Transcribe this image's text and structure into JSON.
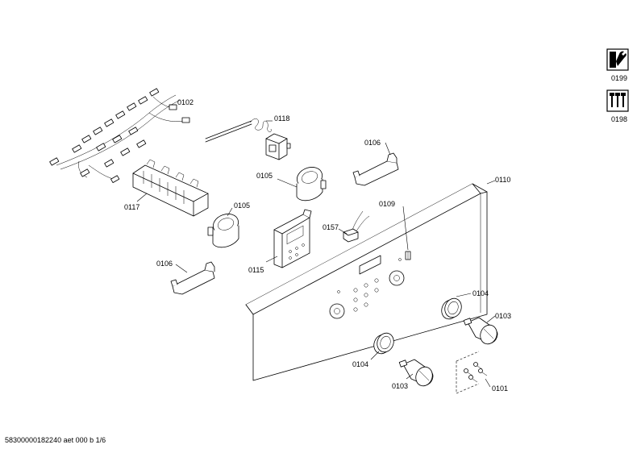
{
  "footer": {
    "document_id": "58300000182240 aet 000 b 1/6"
  },
  "side_tools": [
    {
      "label": "0199",
      "icon": "wrench-tool-icon"
    },
    {
      "label": "0198",
      "icon": "screws-tool-icon"
    }
  ],
  "parts": {
    "p0102": "0102",
    "p0118": "0118",
    "p0106a": "0106",
    "p0105a": "0105",
    "p0105b": "0105",
    "p0117": "0117",
    "p0110": "0110",
    "p0109": "0109",
    "p0157": "0157",
    "p0106b": "0106",
    "p0115": "0115",
    "p0104a": "0104",
    "p0103a": "0103",
    "p0104b": "0104",
    "p0103b": "0103",
    "p0101": "0101"
  }
}
